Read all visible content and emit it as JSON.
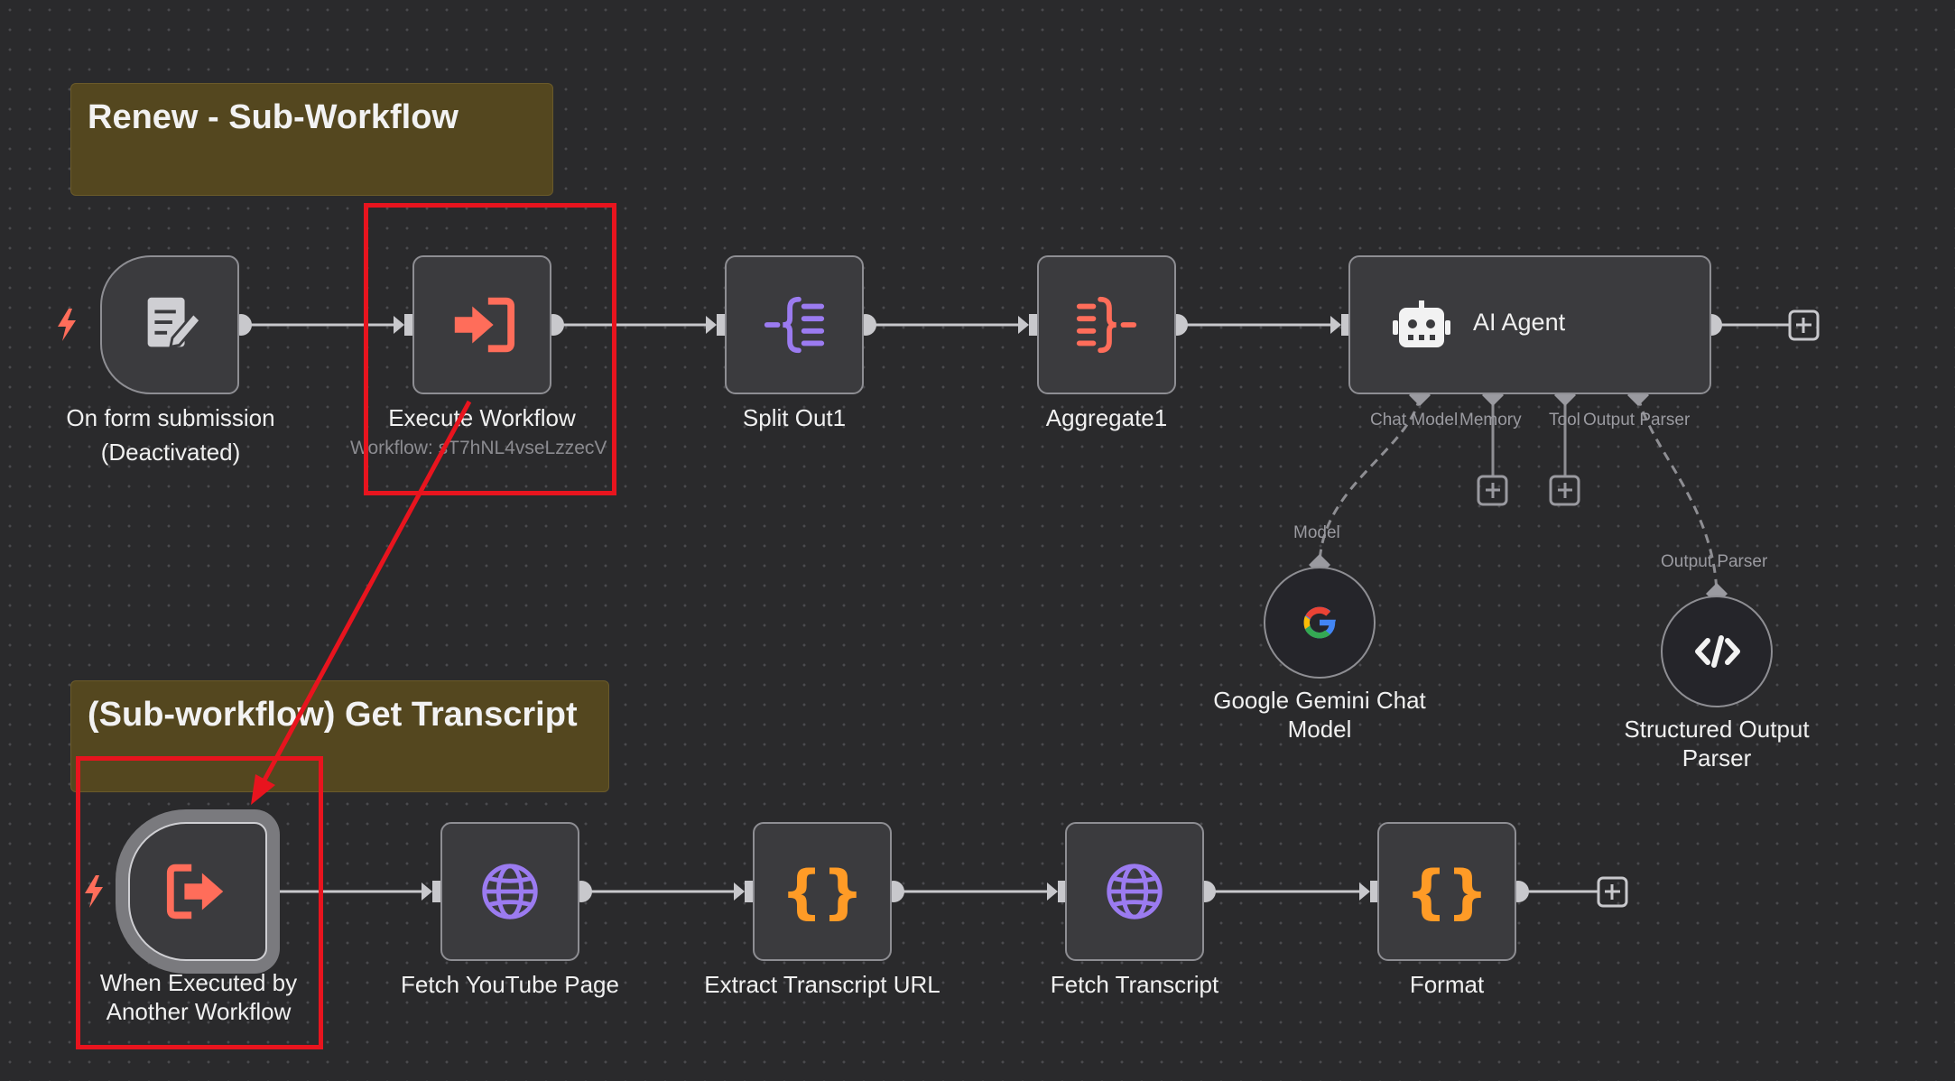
{
  "stickies": [
    {
      "id": "renew",
      "title": "Renew - Sub-Workflow"
    },
    {
      "id": "transcript",
      "title": "(Sub-workflow) Get Transcript"
    }
  ],
  "nodes": {
    "form_trigger": {
      "label_line1": "On form submission",
      "label_line2": "(Deactivated)",
      "icon": "form-icon"
    },
    "execute_workflow": {
      "label": "Execute Workflow",
      "subtitle": "Workflow: sT7hNL4vseLzzecV",
      "icon": "execute-workflow-icon"
    },
    "split_out": {
      "label": "Split Out1",
      "icon": "split-out-icon"
    },
    "aggregate": {
      "label": "Aggregate1",
      "icon": "aggregate-icon"
    },
    "ai_agent": {
      "label": "AI Agent",
      "icon": "robot-icon",
      "ports": [
        "Chat Model",
        "Memory",
        "Tool",
        "Output Parser"
      ]
    },
    "gemini": {
      "label_line1": "Google Gemini Chat",
      "label_line2": "Model",
      "port": "Model",
      "icon": "google-icon"
    },
    "parser": {
      "label_line1": "Structured Output",
      "label_line2": "Parser",
      "port": "Output Parser",
      "icon": "code-icon"
    },
    "exec_trigger": {
      "label_line1": "When Executed by",
      "label_line2": "Another Workflow",
      "icon": "sign-out-icon"
    },
    "fetch_youtube": {
      "label": "Fetch YouTube Page",
      "icon": "globe-icon"
    },
    "extract_url": {
      "label": "Extract Transcript URL",
      "icon": "braces-icon"
    },
    "fetch_transcript": {
      "label": "Fetch Transcript",
      "icon": "globe-icon"
    },
    "format": {
      "label": "Format",
      "icon": "braces-icon"
    }
  },
  "colors": {
    "canvas": "#2a2a2c",
    "node_bg": "#3b3b3e",
    "node_border": "#8e8e93",
    "sticky": "#54471f",
    "highlight": "#e8141e",
    "orange": "#ff6d5a",
    "purple": "#9b7bf0",
    "amber": "#ff9b26",
    "connector": "#c8c8cc"
  }
}
